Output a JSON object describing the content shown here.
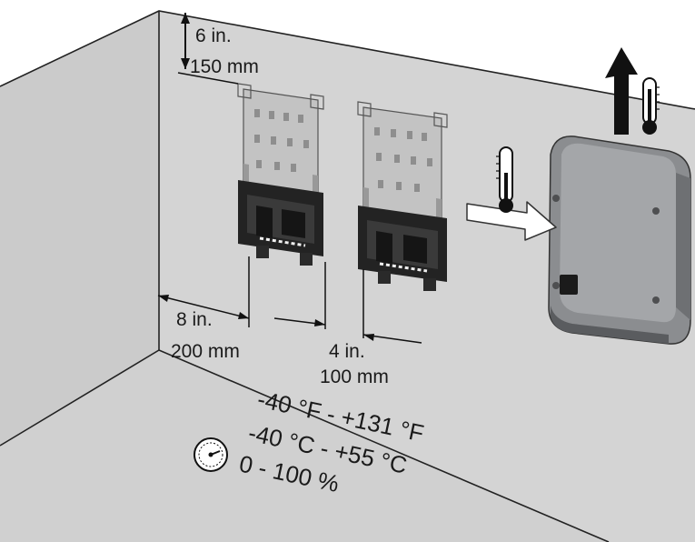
{
  "clearance_top": {
    "imperial": "6 in.",
    "metric": "150 mm"
  },
  "clearance_side": {
    "imperial": "8 in.",
    "metric": "200 mm"
  },
  "clearance_between": {
    "imperial": "4 in.",
    "metric": "100 mm"
  },
  "temperature_range_f": "-40 °F - +131 °F",
  "temperature_range_c": "-40 °C - +55 °C",
  "humidity_range": "0 - 100 %",
  "colors": {
    "back_wall": "#d4d4d4",
    "left_wall": "#cbcbcb",
    "floor": "#d0d0d0",
    "bracket": "#c3c3c3",
    "inverter_body": "#8b8d90",
    "arrow_fill": "#ffffff",
    "heat_arrow": "#111111"
  },
  "icons": [
    "thermometer-icon",
    "hygrometer-icon",
    "air-inflow-arrow-icon",
    "air-outflow-arrow-icon"
  ]
}
